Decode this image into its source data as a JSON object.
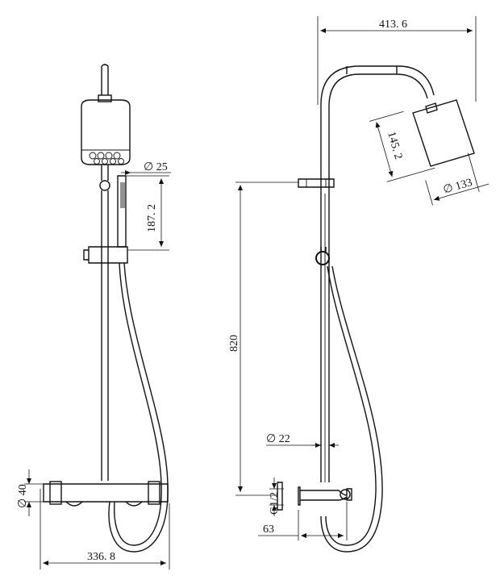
{
  "dimensions": {
    "hand_shower_diameter": "∅ 25",
    "hand_shower_height": "187. 2",
    "base_diameter": "∅ 40",
    "base_width": "336. 8",
    "top_width": "413. 6",
    "head_height": "145. 2",
    "head_diameter": "∅ 133",
    "rail_height": "820",
    "pipe_diameter": "∅ 22",
    "inlet_thread": "G1/2",
    "spout_depth": "63"
  }
}
